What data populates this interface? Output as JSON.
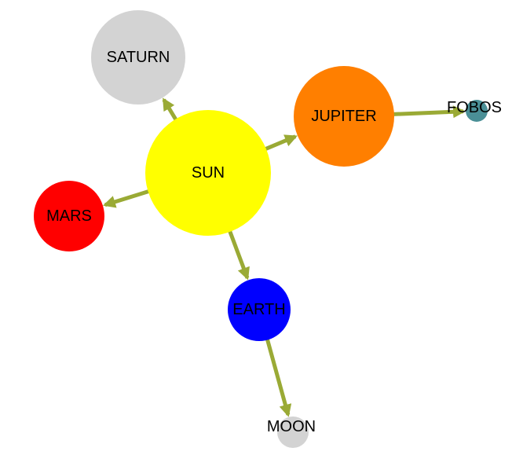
{
  "diagram": {
    "edge_color": "#9aaa35",
    "nodes": [
      {
        "id": "sun",
        "label": "SUN",
        "color": "#ffff00"
      },
      {
        "id": "saturn",
        "label": "SATURN",
        "color": "#d3d3d3"
      },
      {
        "id": "jupiter",
        "label": "JUPITER",
        "color": "#ff7f00"
      },
      {
        "id": "fobos",
        "label": "FOBOS",
        "color": "#4a8f96"
      },
      {
        "id": "mars",
        "label": "MARS",
        "color": "#ff0000"
      },
      {
        "id": "earth",
        "label": "EARTH",
        "color": "#0000ff"
      },
      {
        "id": "moon",
        "label": "MOON",
        "color": "#d3d3d3"
      }
    ],
    "edges": [
      {
        "from": "sun",
        "to": "saturn"
      },
      {
        "from": "sun",
        "to": "jupiter"
      },
      {
        "from": "sun",
        "to": "mars"
      },
      {
        "from": "sun",
        "to": "earth"
      },
      {
        "from": "jupiter",
        "to": "fobos"
      },
      {
        "from": "earth",
        "to": "moon"
      }
    ]
  }
}
